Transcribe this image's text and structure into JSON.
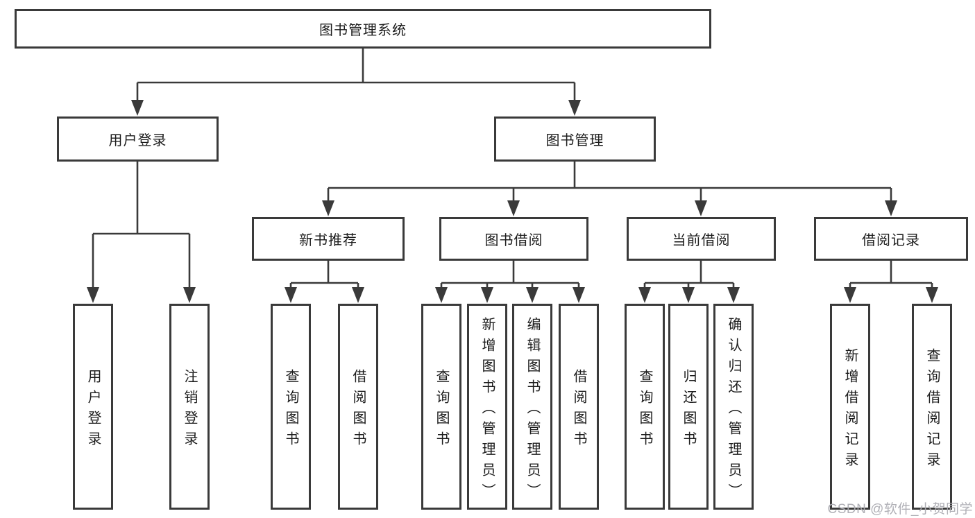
{
  "diagram": {
    "colors": {
      "line": "#3a3a3a",
      "box_border": "#3a3a3a",
      "box_background": "#ffffff",
      "text": "#1c1c1c",
      "watermark": "#acacb2"
    },
    "nodes": {
      "root": {
        "label": "图书管理系统"
      },
      "user_login": {
        "label": "用户登录"
      },
      "book_management": {
        "label": "图书管理"
      },
      "new_book_recommend": {
        "label": "新书推荐"
      },
      "book_borrowing": {
        "label": "图书借阅"
      },
      "current_borrowing": {
        "label": "当前借阅"
      },
      "borrowing_records": {
        "label": "借阅记录"
      },
      "leaf_user_login": {
        "label": "用户登录"
      },
      "leaf_logout": {
        "label": "注销登录"
      },
      "leaf_query_books_recommend": {
        "label": "查询图书"
      },
      "leaf_borrow_books_recommend": {
        "label": "借阅图书"
      },
      "leaf_query_books_borrowing": {
        "label": "查询图书"
      },
      "leaf_add_books_admin": {
        "label": "新增图书（管理员）"
      },
      "leaf_edit_books_admin": {
        "label": "编辑图书（管理员）"
      },
      "leaf_borrow_books_borrowing": {
        "label": "借阅图书"
      },
      "leaf_query_books_current": {
        "label": "查询图书"
      },
      "leaf_return_books": {
        "label": "归还图书"
      },
      "leaf_confirm_return_admin": {
        "label": "确认归还（管理员）"
      },
      "leaf_add_borrow_record": {
        "label": "新增借阅记录"
      },
      "leaf_query_borrow_record": {
        "label": "查询借阅记录"
      }
    },
    "watermark": "CSDN @软件_小贺同学"
  }
}
